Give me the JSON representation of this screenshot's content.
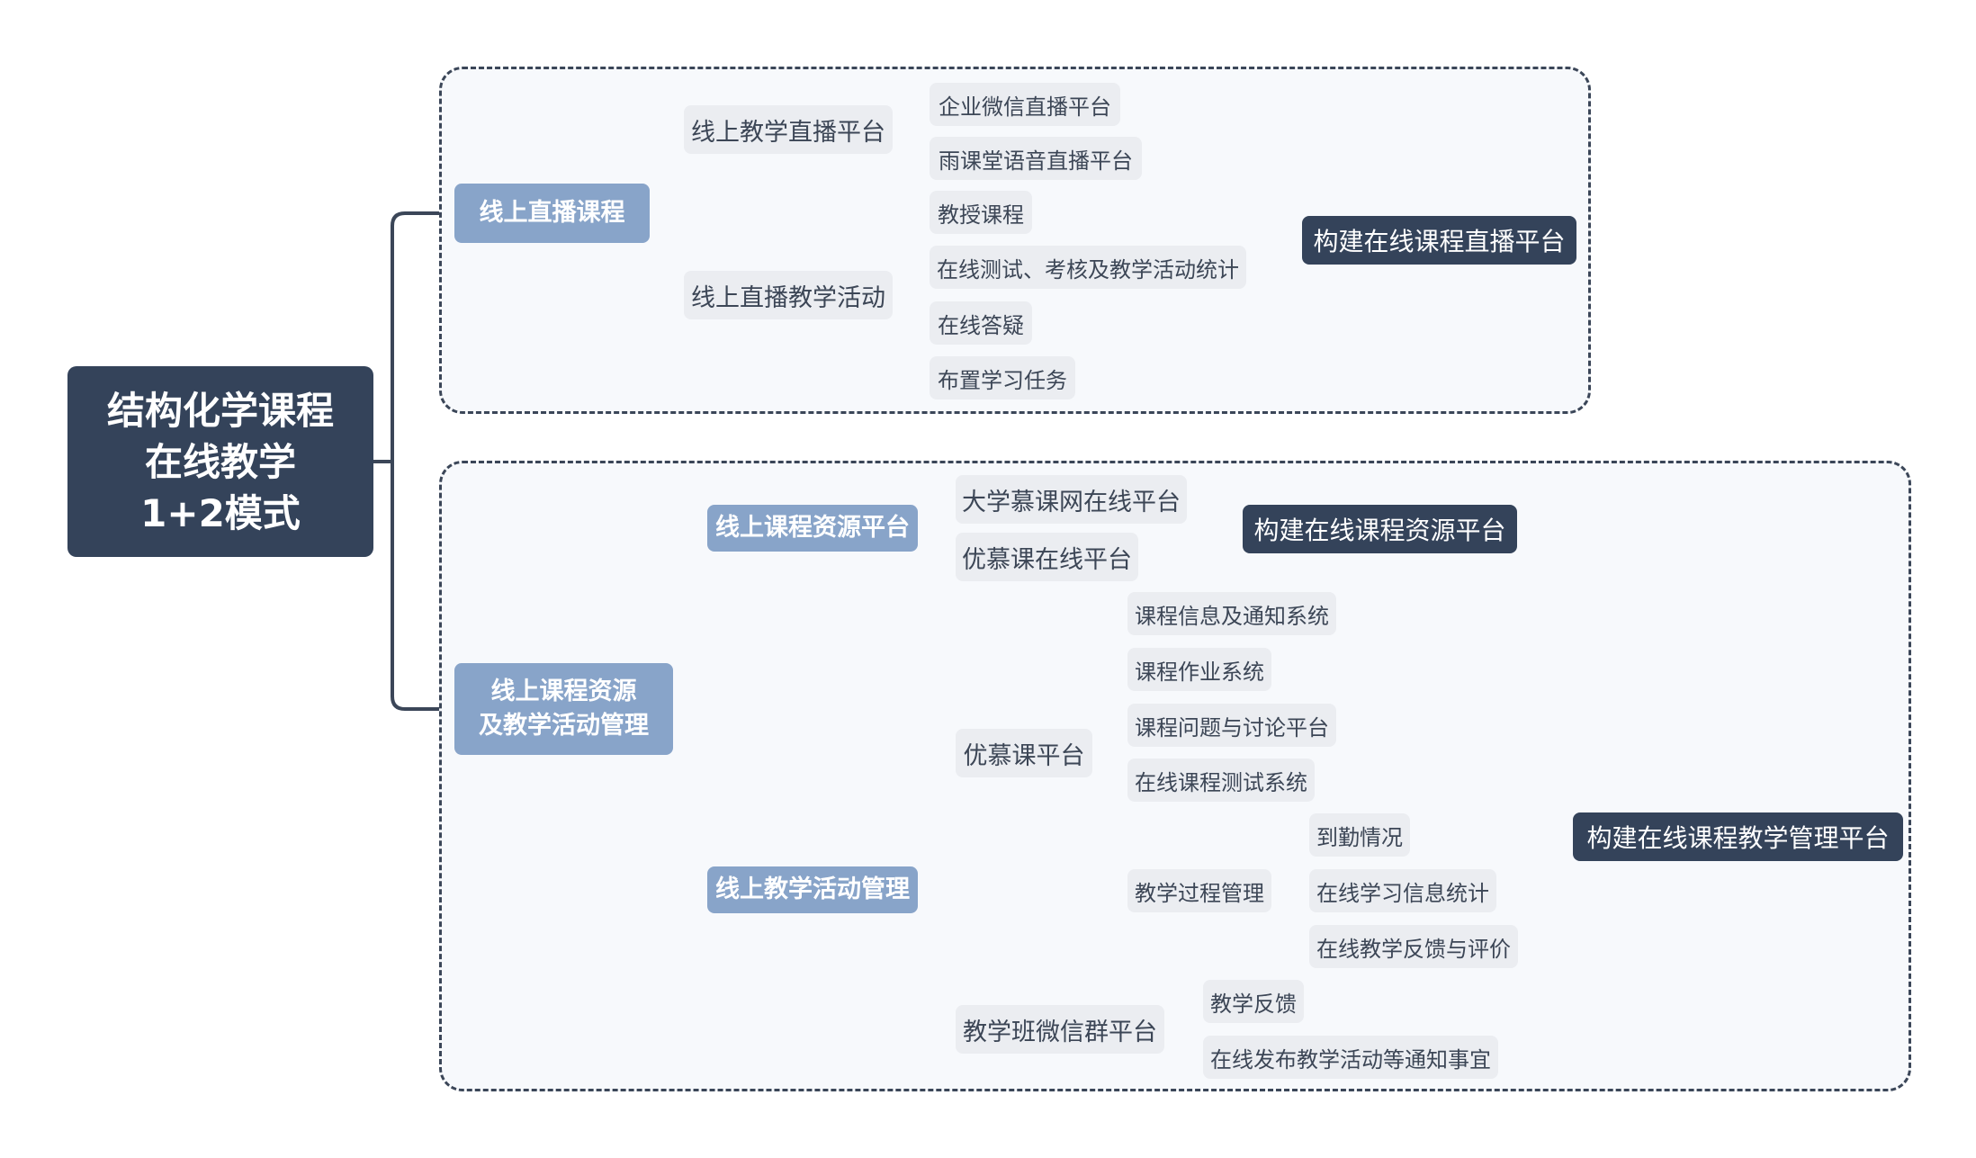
{
  "root": {
    "lines": [
      "结构化学课程",
      "在线教学",
      "1+2模式"
    ]
  },
  "top_section": {
    "branch": "线上直播课程",
    "platform_node": "线上教学直播平台",
    "platform_items": [
      "企业微信直播平台",
      "雨课堂语音直播平台"
    ],
    "activity_node": "线上直播教学活动",
    "activity_items": [
      "教授课程",
      "在线测试、考核及教学活动统计",
      "在线答疑",
      "布置学习任务"
    ],
    "summary": "构建在线课程直播平台"
  },
  "bottom_section": {
    "branch_lines": [
      "线上课程资源",
      "及教学活动管理"
    ],
    "resource_node": "线上课程资源平台",
    "resource_items": [
      "大学慕课网在线平台",
      "优慕课在线平台"
    ],
    "resource_summary": "构建在线课程资源平台",
    "activity_mgmt_node": "线上教学活动管理",
    "umooc_node": "优慕课平台",
    "umooc_items": [
      "课程信息及通知系统",
      "课程作业系统",
      "课程问题与讨论平台",
      "在线课程测试系统"
    ],
    "process_node": "教学过程管理",
    "process_items": [
      "到勤情况",
      "在线学习信息统计",
      "在线教学反馈与评价"
    ],
    "wechat_node": "教学班微信群平台",
    "wechat_items": [
      "教学反馈",
      "在线发布教学活动等通知事宜"
    ],
    "mgmt_summary": "构建在线课程教学管理平台"
  },
  "colors": {
    "dark": "#34435a",
    "blue": "#88a4c9",
    "grey": "#ebedf1",
    "line": "#3b4658"
  }
}
